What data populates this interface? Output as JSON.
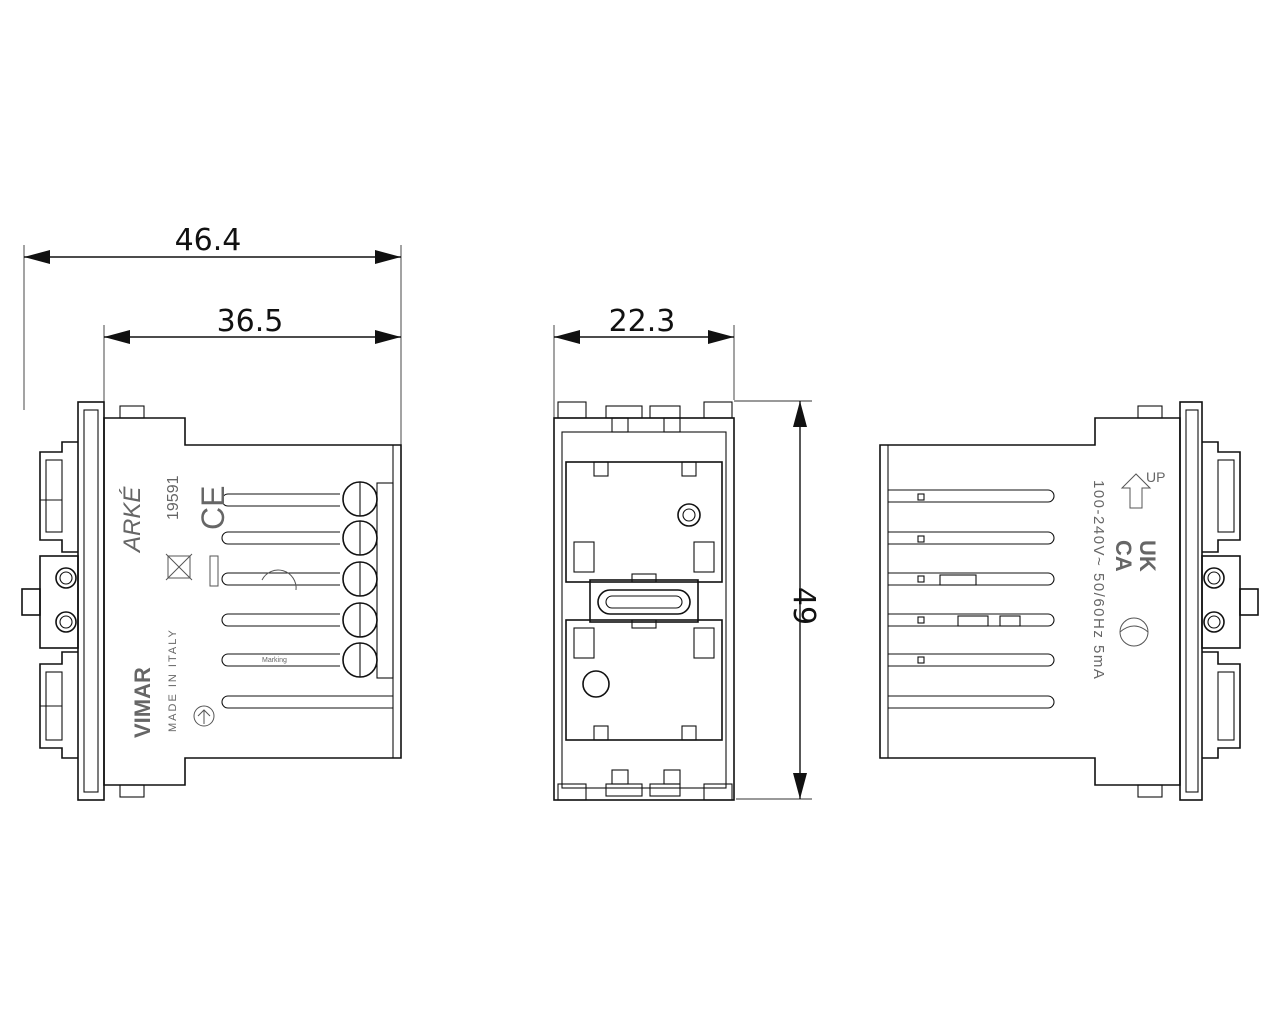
{
  "dimensions": {
    "overall_depth": "46.4",
    "body_depth": "36.5",
    "width": "22.3",
    "height": "49"
  },
  "left_view_markings": {
    "series": "ARKÉ",
    "code": "19591",
    "ce": "CE",
    "brand": "VIMAR",
    "origin": "MADE IN ITALY",
    "small_label": "Marking"
  },
  "right_view_markings": {
    "up_label": "UP",
    "ukca_top": "UK",
    "ukca_bottom": "CA",
    "rating": "100-240V~ 50/60Hz 5mA"
  }
}
